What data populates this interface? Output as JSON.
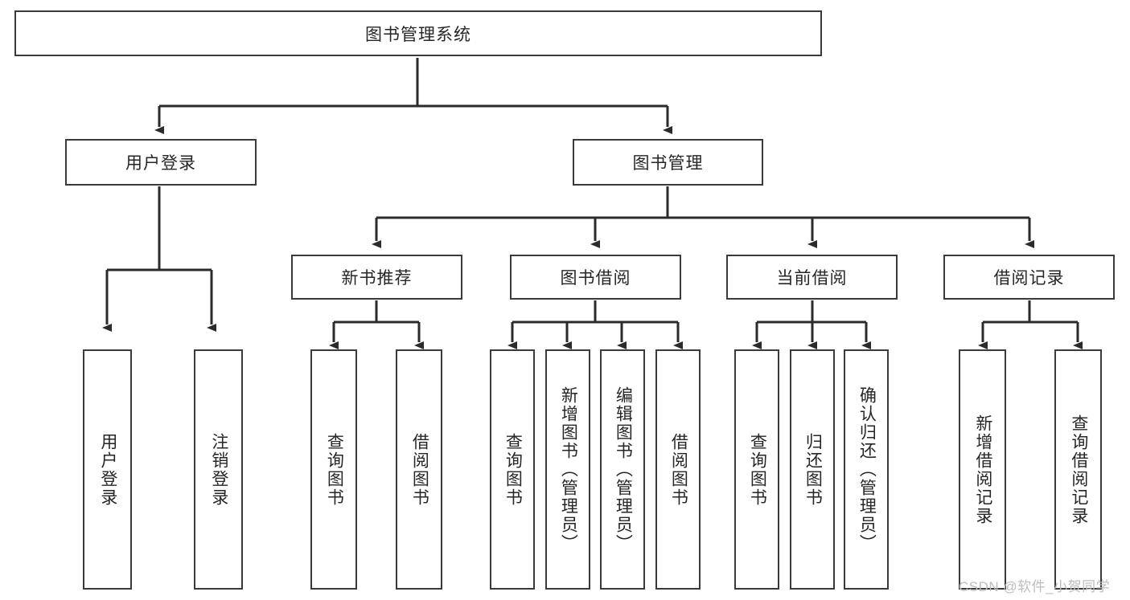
{
  "diagram": {
    "title": "图书管理系统",
    "watermark": "CSDN @软件_小贺同学",
    "colors": {
      "border": "#3a3a3a",
      "text": "#262626",
      "connector": "#2b2b2b",
      "background": "#ffffff",
      "watermark": "#bdbdbd"
    },
    "root": {
      "label": "图书管理系统"
    },
    "level1": [
      {
        "label": "用户登录"
      },
      {
        "label": "图书管理"
      }
    ],
    "level2": [
      {
        "label": "新书推荐"
      },
      {
        "label": "图书借阅"
      },
      {
        "label": "当前借阅"
      },
      {
        "label": "借阅记录"
      }
    ],
    "leaves": {
      "user_login": [
        {
          "label": "用户登录"
        },
        {
          "label": "注销登录"
        }
      ],
      "new_book": [
        {
          "label": "查询图书"
        },
        {
          "label": "借阅图书"
        }
      ],
      "borrow_book": [
        {
          "label": "查询图书"
        },
        {
          "label": "新增图书（管理员）"
        },
        {
          "label": "编辑图书（管理员）"
        },
        {
          "label": "借阅图书"
        }
      ],
      "current_borrow": [
        {
          "label": "查询图书"
        },
        {
          "label": "归还图书"
        },
        {
          "label": "确认归还（管理员）"
        }
      ],
      "borrow_record": [
        {
          "label": "新增借阅记录"
        },
        {
          "label": "查询借阅记录"
        }
      ]
    }
  }
}
